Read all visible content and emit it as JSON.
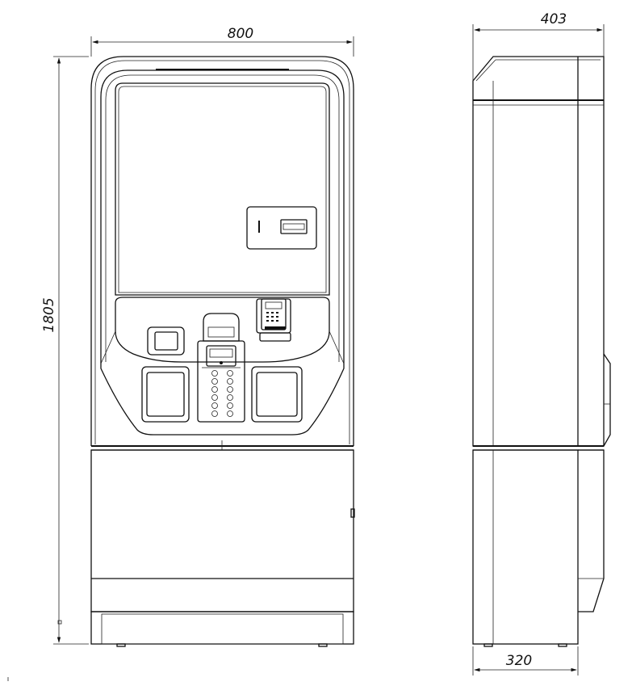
{
  "dimensions": {
    "front_width": "800",
    "front_height": "1805",
    "side_depth_top": "403",
    "side_depth_bottom": "320"
  },
  "colors": {
    "line": "#111111",
    "background": "#ffffff"
  }
}
